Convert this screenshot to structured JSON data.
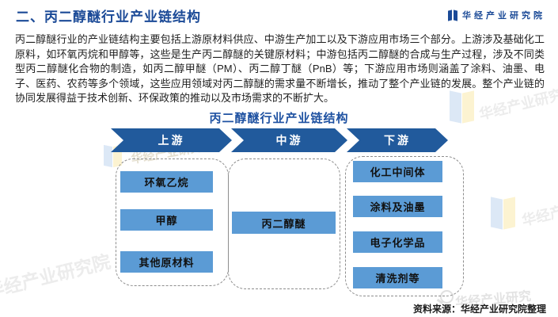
{
  "header": {
    "title": "二、丙二醇醚行业产业链结构",
    "brand": "华经产业研究院"
  },
  "intro": "丙二醇醚行业的产业链结构主要包括上游原材料供应、中游生产加工以及下游应用市场三个部分。上游涉及基础化工原料，如环氧丙烷和甲醇等，这些是生产丙二醇醚的关键原材料；中游包括丙二醇醚的合成与生产过程，涉及不同类型丙二醇醚化合物的制造，如丙二醇甲醚（PM）、丙二醇丁醚（PnB）等；下游应用市场则涵盖了涂料、油墨、电子、医药、农药等多个领域，这些应用领域对丙二醇醚的需求量不断增长，推动了整个产业链的发展。整个产业链的协同发展得益于技术创新、环保政策的推动以及市场需求的不断扩大。",
  "diagram": {
    "title": "丙二醇醚行业产业链结构",
    "stages": [
      {
        "label": "上游",
        "items": [
          "环氧乙烷",
          "甲醇",
          "其他原材料"
        ]
      },
      {
        "label": "中游",
        "items": [
          "丙二醇醚"
        ]
      },
      {
        "label": "下游",
        "items": [
          "化工中间体",
          "涂料及油墨",
          "电子化学品",
          "清洗剂等"
        ]
      }
    ]
  },
  "footer": {
    "source": "资料来源：华经产业研究院整理"
  },
  "watermark": {
    "full": "华经产业研究院",
    "short": "华经产业研究"
  },
  "colors": {
    "dark_blue": "#215a9c",
    "item_blue": "#5b9bd5",
    "heading_blue": "#1b4a97"
  }
}
